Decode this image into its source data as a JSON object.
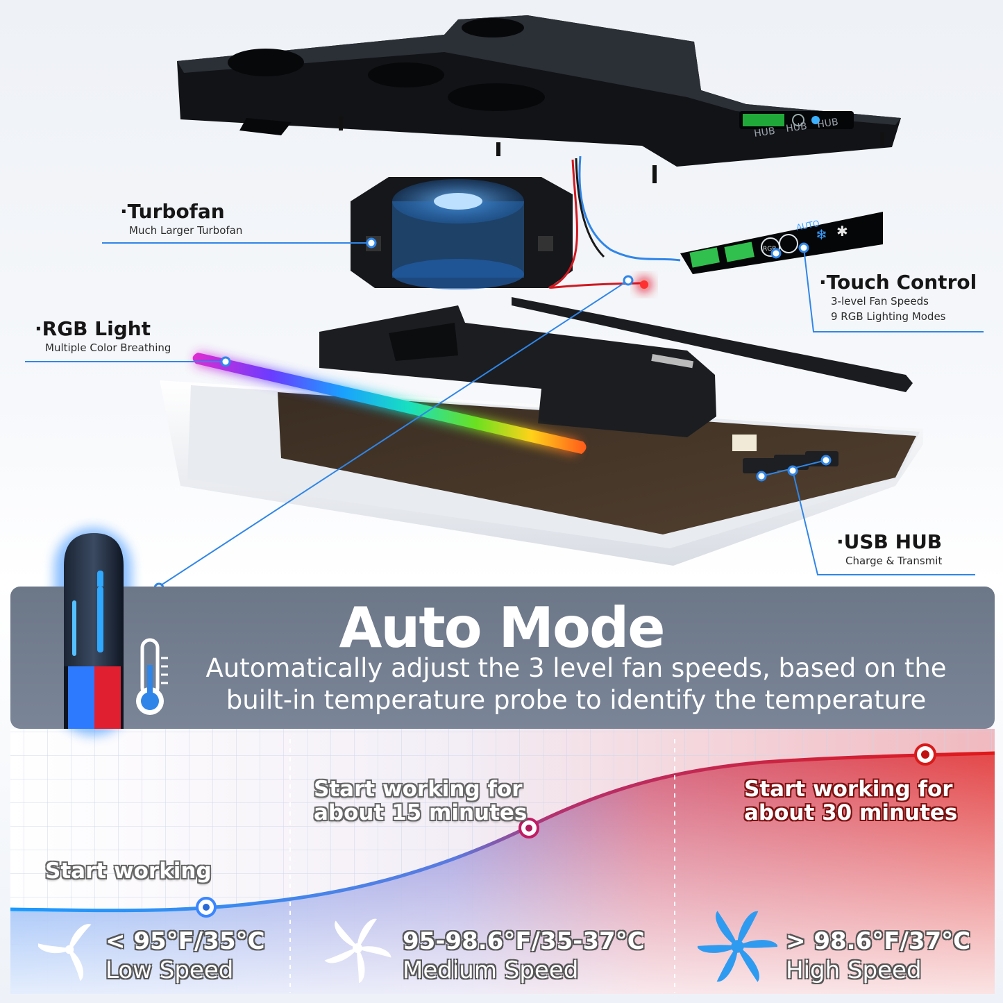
{
  "callouts": {
    "turbofan": {
      "title": "·Turbofan",
      "sub": "Much Larger Turbofan"
    },
    "rgb": {
      "title": "·RGB Light",
      "sub": "Multiple Color Breathing"
    },
    "touch": {
      "title": "·Touch Control",
      "sub1": "3-level Fan Speeds",
      "sub2": "9 RGB Lighting Modes"
    },
    "usb": {
      "title": "·USB HUB",
      "sub": "Charge & Transmit"
    }
  },
  "device": {
    "hub_labels": [
      "HUB",
      "HUB",
      "HUB"
    ],
    "panel_text": "AUTO",
    "panel_badge": "RGB"
  },
  "auto_mode": {
    "title": "Auto Mode",
    "line1": "Automatically adjust the 3 level fan speeds, based on the",
    "line2": "built-in temperature probe to identify the temperature"
  },
  "stages": [
    {
      "label1": "Start working",
      "label2": "",
      "temp": "< 95°F/35°C",
      "speed": "Low Speed",
      "color": "#2a6cd6"
    },
    {
      "label1": "Start working for",
      "label2": "about 15 minutes",
      "temp": "95-98.6°F/35-37°C",
      "speed": "Medium Speed",
      "color": "#b0185a"
    },
    {
      "label1": "Start working for",
      "label2": "about 30 minutes",
      "temp": "> 98.6°F/37°C",
      "speed": "High Speed",
      "color": "#d81a1a"
    }
  ],
  "colors": {
    "accent_blue": "#2f86e8",
    "probe_red": "#e0101a",
    "panel": "#707b8c"
  }
}
